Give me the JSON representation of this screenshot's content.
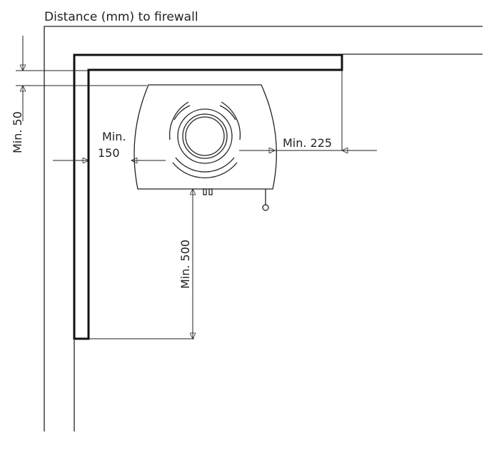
{
  "diagram": {
    "title": "Distance (mm) to firewall",
    "dimensions": {
      "top": "Min. 50",
      "side_line1": "Min.",
      "side_line2": "150",
      "back": "Min. 225",
      "front": "Min. 500"
    },
    "colors": {
      "line": "#222222",
      "thick": "#111111",
      "background": "#ffffff"
    }
  }
}
